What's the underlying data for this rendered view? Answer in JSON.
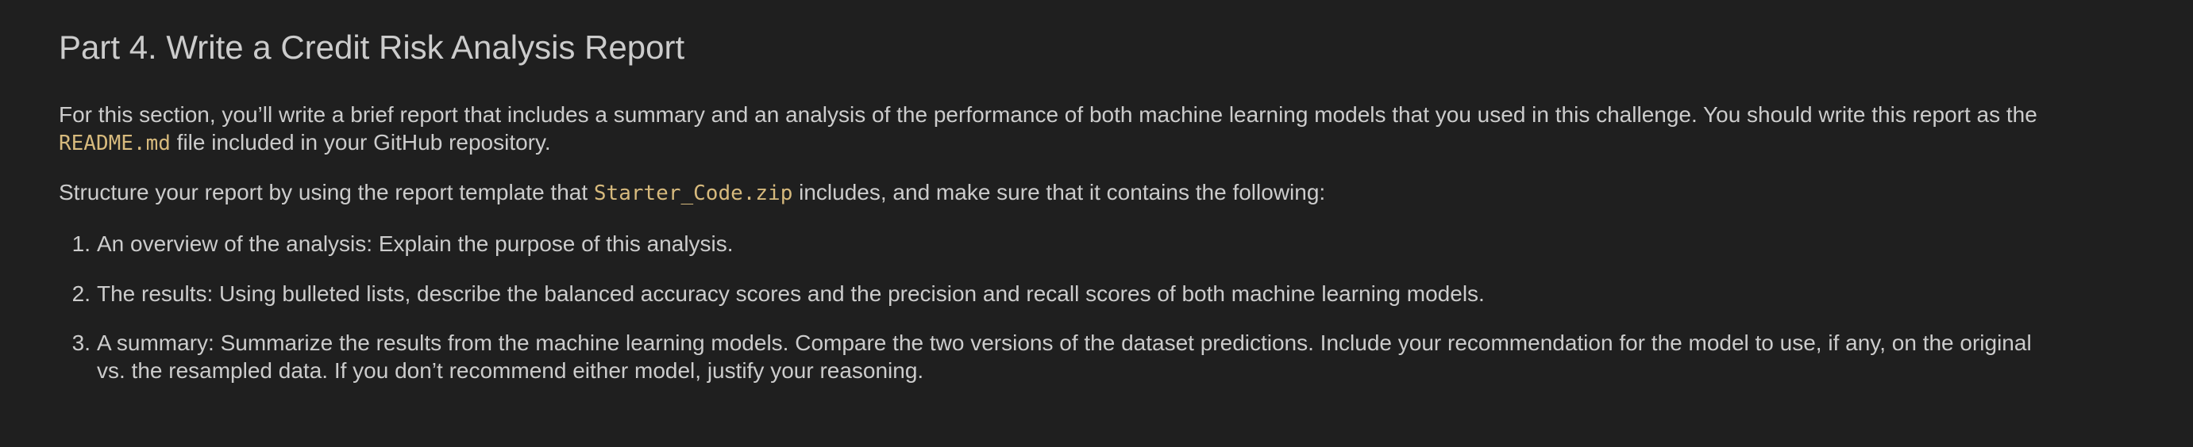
{
  "heading": "Part 4. Write a Credit Risk Analysis Report",
  "intro": {
    "line1": "For this section, you’ll write a brief report that includes a summary and an analysis of the performance of both machine learning models that you used in this challenge. You should write this report as the",
    "code": "README.md",
    "line2_rest": " file included in your GitHub repository."
  },
  "structure": {
    "before": "Structure your report by using the report template that ",
    "code": "Starter_Code.zip",
    "after": " includes, and make sure that it contains the following:"
  },
  "list": [
    {
      "num": "1.",
      "text": "An overview of the analysis: Explain the purpose of this analysis."
    },
    {
      "num": "2.",
      "text": "The results: Using bulleted lists, describe the balanced accuracy scores and the precision and recall scores of both machine learning models."
    },
    {
      "num": "3.",
      "text": "A summary: Summarize the results from the machine learning models. Compare the two versions of the dataset predictions. Include your recommendation for the model to use, if any, on the original",
      "text2": "vs. the resampled data. If you don’t recommend either model, justify your reasoning."
    }
  ],
  "colors": {
    "background": "#1f1f1f",
    "text": "#cccccc",
    "code": "#d7ba7d"
  }
}
